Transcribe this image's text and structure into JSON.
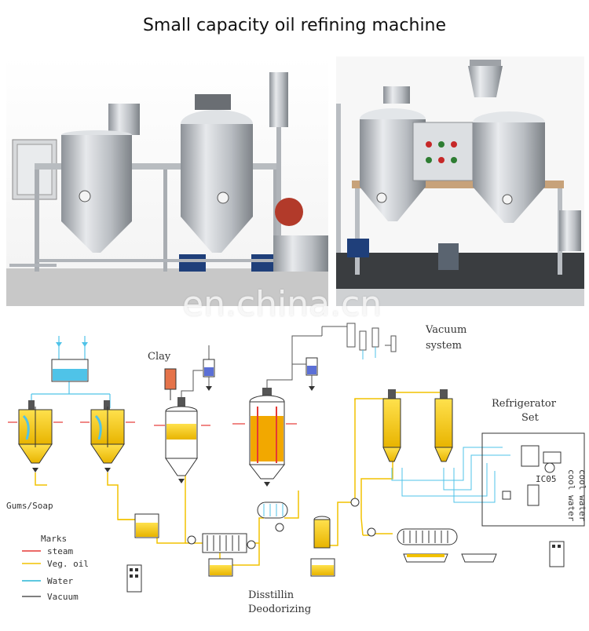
{
  "title": "Small capacity oil refining machine",
  "watermark": "en.china.cn",
  "labels": {
    "clay": "Clay",
    "vacuum_system_1": "Vacuum",
    "vacuum_system_2": "system",
    "refrigerator_1": "Refrigerator",
    "refrigerator_2": "Set",
    "gums_soap": "Gums/Soap",
    "distilling": "Disstillin",
    "deodorizing": "Deodorizing",
    "cool_water_1": "cool water",
    "cool_water_2": "cool water",
    "tank_tag": "IC05"
  },
  "legend": {
    "title": "Marks",
    "items": [
      {
        "label": "steam",
        "color": "#e53935"
      },
      {
        "label": "Veg. oil",
        "color": "#f2c200"
      },
      {
        "label": "Water",
        "color": "#29b6d6"
      },
      {
        "label": "Vacuum",
        "color": "#555555"
      }
    ]
  },
  "colors": {
    "oil": "#f2c200",
    "water": "#4fc3e8",
    "steam": "#e53935",
    "vacuum": "#555555",
    "steel": "#c9ccd0"
  }
}
